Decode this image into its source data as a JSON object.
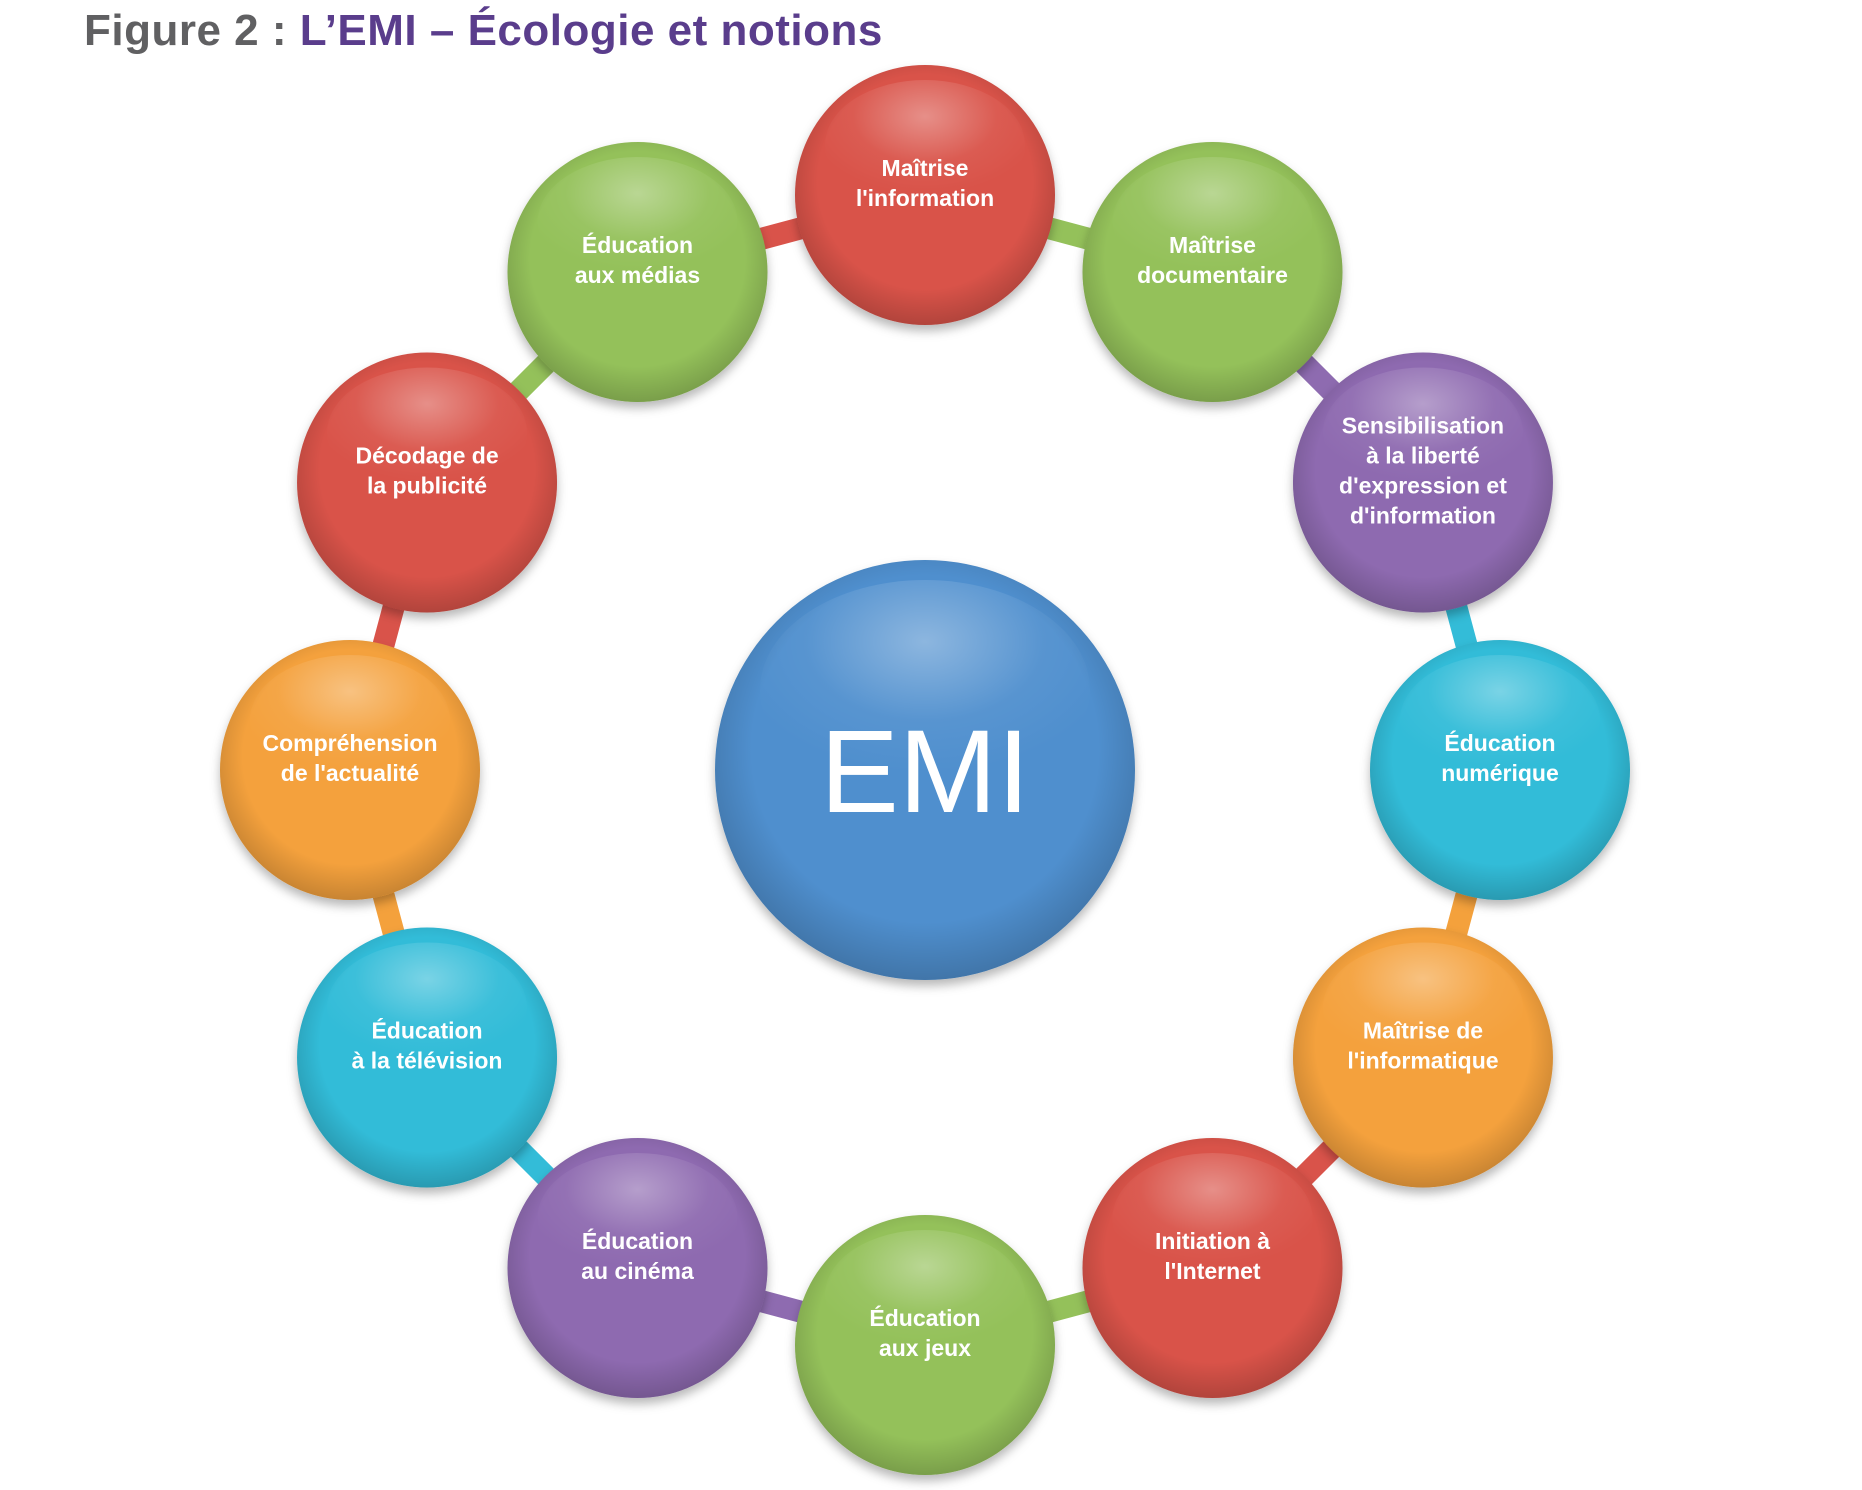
{
  "figure_title": {
    "prefix": "Figure 2 : ",
    "main": "L’EMI – Écologie et notions"
  },
  "center": {
    "label": "EMI",
    "color": "#4f8fce"
  },
  "colors": {
    "red": "#d9534a",
    "green": "#94c15a",
    "purple": "#8e6bb0",
    "cyan": "#33bcd8",
    "orange": "#f4a13c"
  },
  "nodes": [
    {
      "id": "maitrise-information",
      "lines": [
        "Maîtrise",
        "l'information"
      ],
      "color": "red"
    },
    {
      "id": "maitrise-documentaire",
      "lines": [
        "Maîtrise",
        "documentaire"
      ],
      "color": "green"
    },
    {
      "id": "sensibilisation-liberte",
      "lines": [
        "Sensibilisation",
        "à la liberté",
        "d'expression et",
        "d'information"
      ],
      "color": "purple"
    },
    {
      "id": "education-numerique",
      "lines": [
        "Éducation",
        "numérique"
      ],
      "color": "cyan"
    },
    {
      "id": "maitrise-informatique",
      "lines": [
        "Maîtrise de",
        "l'informatique"
      ],
      "color": "orange"
    },
    {
      "id": "initiation-internet",
      "lines": [
        "Initiation à",
        "l'Internet"
      ],
      "color": "red"
    },
    {
      "id": "education-jeux",
      "lines": [
        "Éducation",
        "aux jeux"
      ],
      "color": "green"
    },
    {
      "id": "education-cinema",
      "lines": [
        "Éducation",
        "au cinéma"
      ],
      "color": "purple"
    },
    {
      "id": "education-television",
      "lines": [
        "Éducation",
        "à la télévision"
      ],
      "color": "cyan"
    },
    {
      "id": "comprehension-actualite",
      "lines": [
        "Compréhension",
        "de l'actualité"
      ],
      "color": "orange"
    },
    {
      "id": "decodage-publicite",
      "lines": [
        "Décodage de",
        "la publicité"
      ],
      "color": "red"
    },
    {
      "id": "education-medias",
      "lines": [
        "Éducation",
        "aux médias"
      ],
      "color": "green"
    }
  ]
}
